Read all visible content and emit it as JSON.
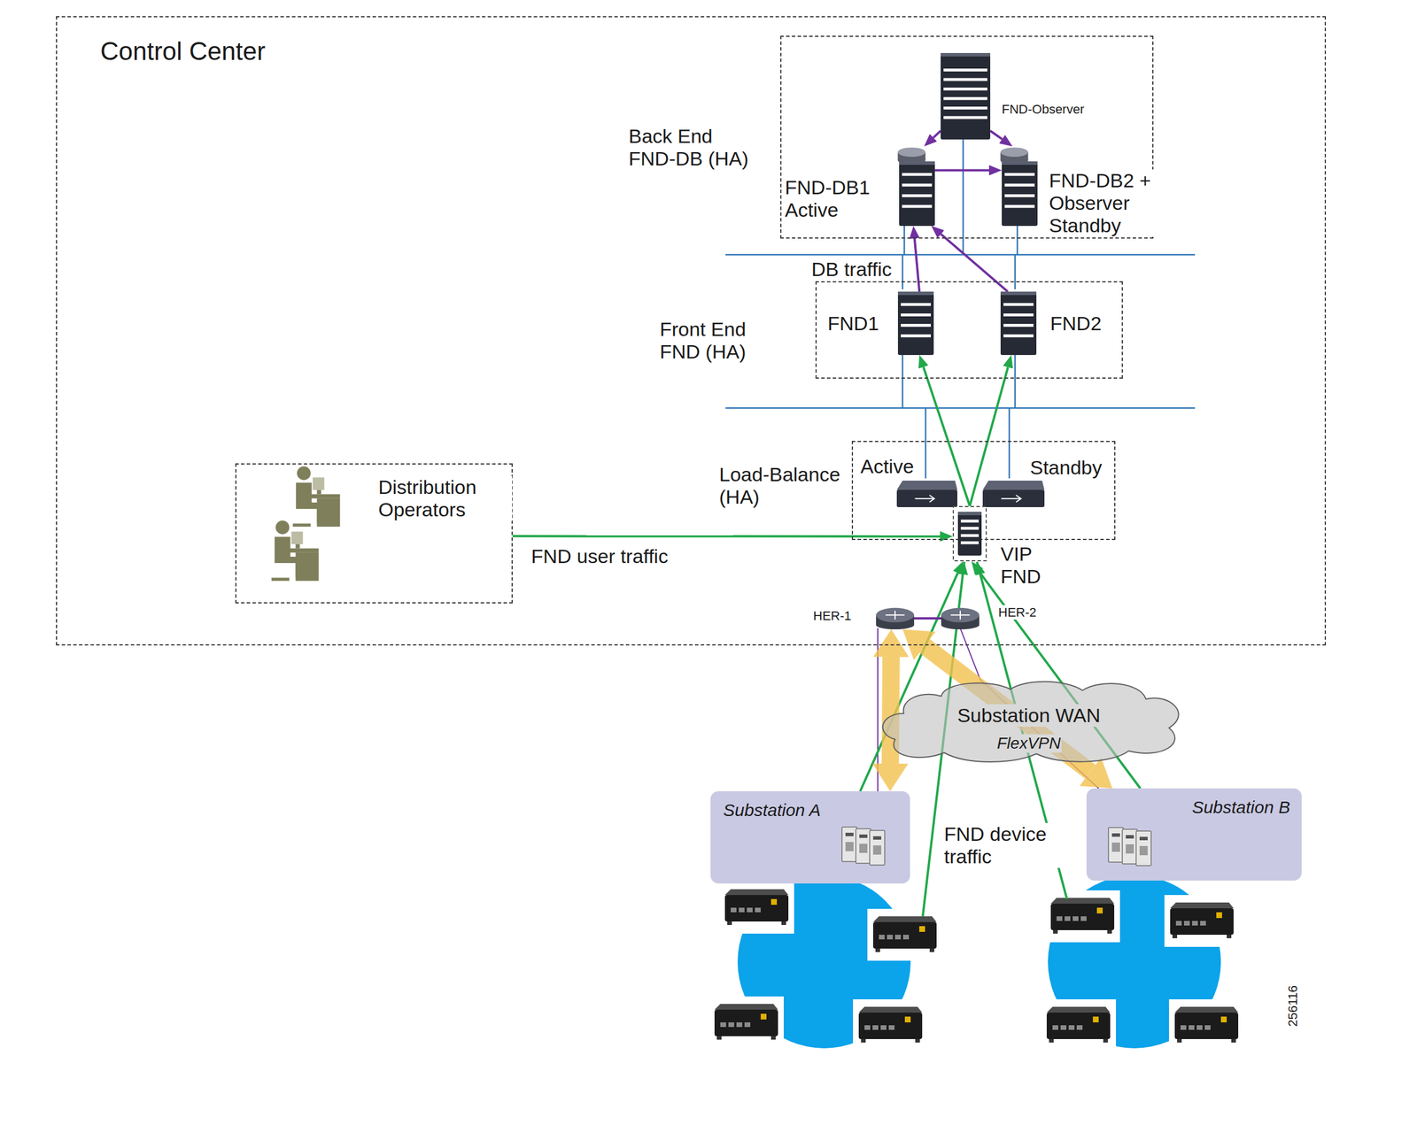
{
  "diagram": {
    "nodes": [
      {
        "text": [
          "Control Center"
        ]
      },
      {
        "text": [
          "Back End FND-DB (HA)"
        ],
        "in": 0
      },
      {
        "text": [
          "FND-Observer"
        ],
        "in": 1
      },
      {
        "text": [
          "FND-DB1 Active"
        ],
        "in": 1
      },
      {
        "text": [
          "FND-DB2 + Observer Standby"
        ],
        "in": 1
      },
      {
        "text": [
          "Front End FND (HA)"
        ],
        "in": 0
      },
      {
        "text": [
          "FND1"
        ],
        "in": 5
      },
      {
        "text": [
          "FND2"
        ],
        "in": 5
      },
      {
        "text": [
          "Distribution Operators"
        ],
        "in": 0
      },
      {
        "text": [
          "Load-Balance (HA)"
        ],
        "in": 0
      },
      {
        "text": [
          "Active"
        ],
        "in": 9
      },
      {
        "text": [
          "Standby"
        ],
        "in": 9
      },
      {
        "text": [
          "VIP FND"
        ],
        "in": 9
      },
      {
        "text": [
          "HER-1"
        ],
        "in": 0
      },
      {
        "text": [
          "HER-2"
        ],
        "in": 0
      },
      {
        "text": [
          "Substation WAN",
          "FlexVPN"
        ]
      },
      {
        "text": [
          "Substation A"
        ]
      },
      {
        "text": [
          "Substation B"
        ]
      }
    ],
    "edges": [
      {
        "from": 8,
        "to": 12,
        "arrow": "to",
        "label": "FND user traffic"
      },
      {
        "from": 12,
        "to": 6,
        "arrow": "to"
      },
      {
        "from": 12,
        "to": 7,
        "arrow": "to"
      },
      {
        "from": 6,
        "to": 3,
        "arrow": "to"
      },
      {
        "from": 7,
        "to": 3,
        "arrow": "to"
      },
      {
        "from": 2,
        "to": 3,
        "arrow": "to"
      },
      {
        "from": 2,
        "to": 4,
        "arrow": "to"
      },
      {
        "from": 3,
        "to": 4,
        "arrow": "to"
      },
      {
        "from": 16,
        "to": 12,
        "arrow": "to"
      },
      {
        "from": 17,
        "to": 12,
        "arrow": "to"
      },
      {
        "from": 13,
        "to": 16,
        "arrow": "both"
      },
      {
        "from": 13,
        "to": 17,
        "arrow": "both"
      },
      {
        "from": 13,
        "to": 14,
        "arrow": "none"
      }
    ],
    "labels": [
      "DB traffic",
      "FND device traffic",
      "256116"
    ]
  }
}
